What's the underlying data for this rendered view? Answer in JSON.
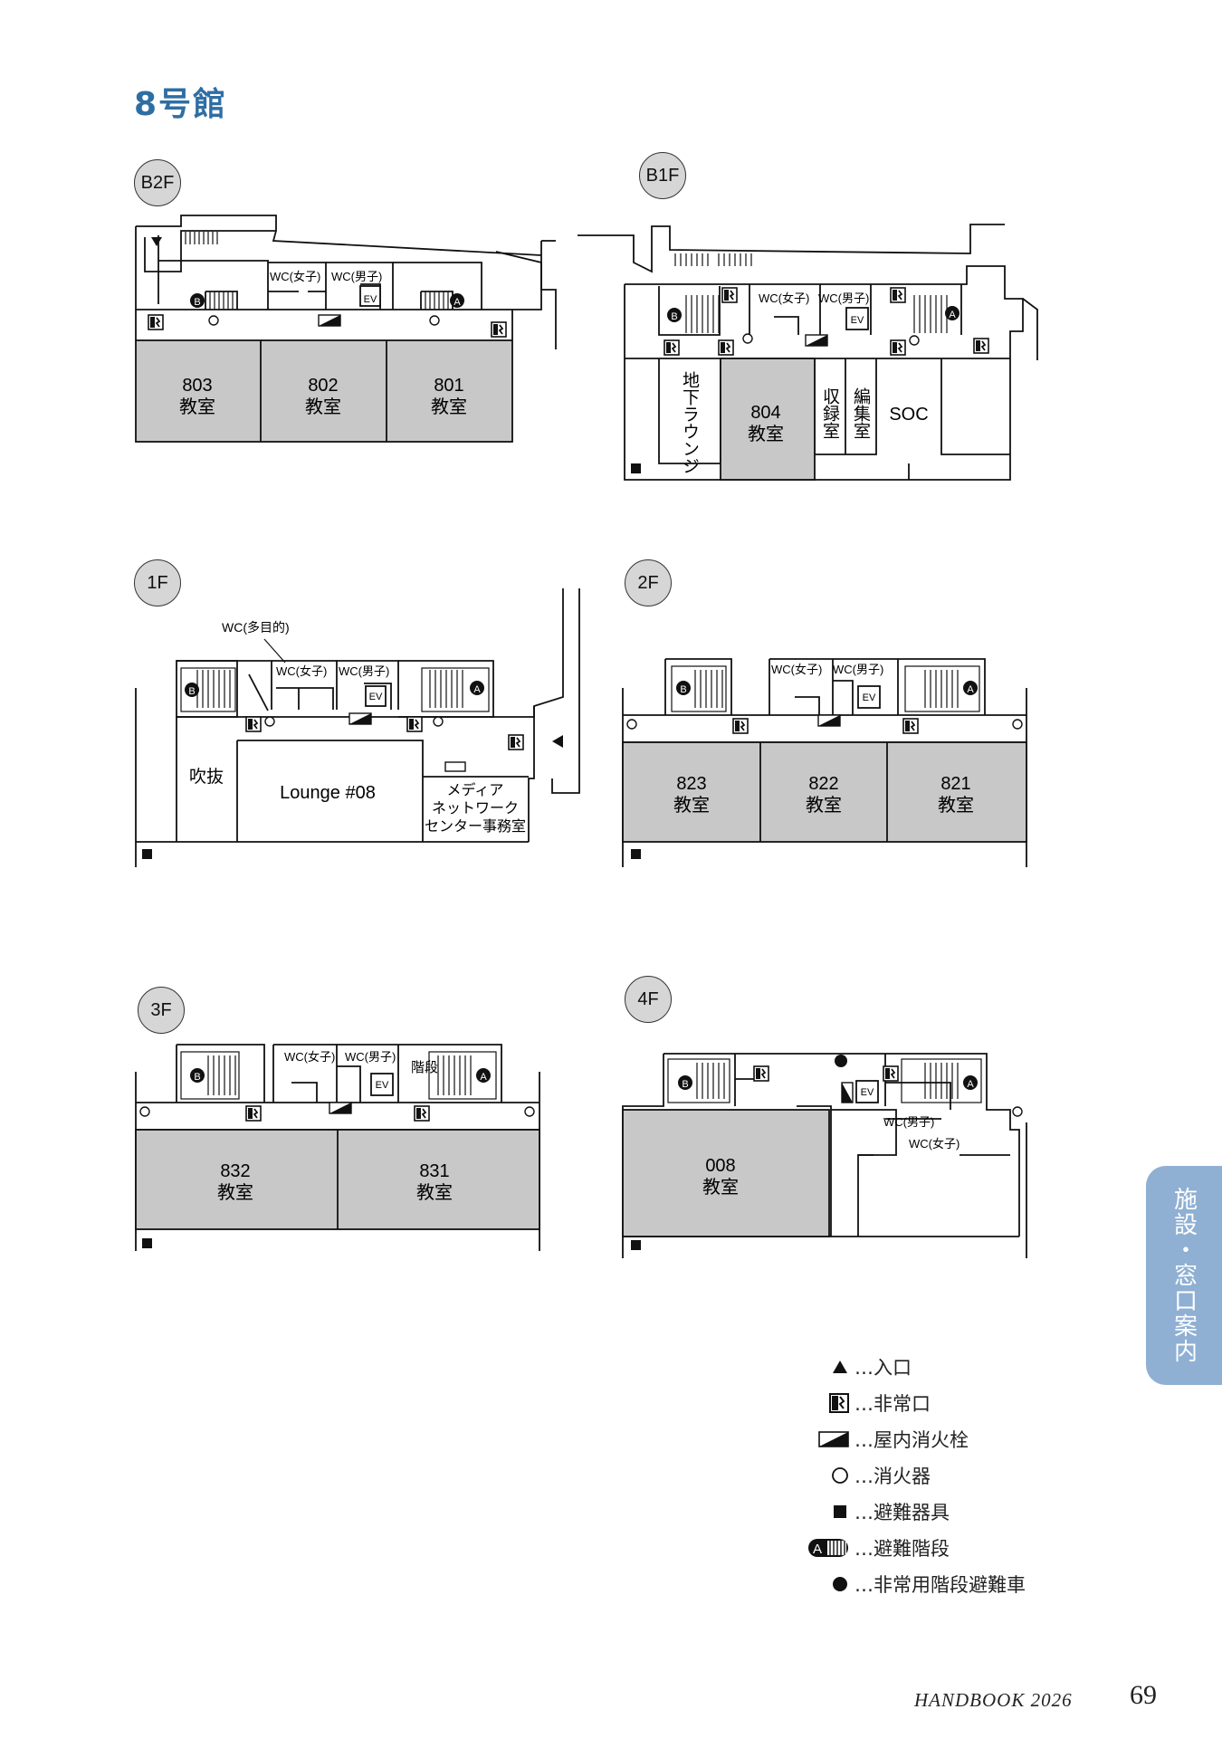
{
  "page": {
    "title": "8号館",
    "side_tab": "施設・窓口案内",
    "footer_handbook": "HANDBOOK 2026",
    "page_number": "69"
  },
  "floors": {
    "b2f": {
      "label": "B2F",
      "rooms": [
        "803",
        "802",
        "801"
      ],
      "room_type": "教室",
      "wc_f": "WC(女子)",
      "wc_m": "WC(男子)",
      "ev": "EV"
    },
    "b1f": {
      "label": "B1F",
      "lounge": "地下ラウンジ",
      "room_804": "804",
      "room_type": "教室",
      "recording": "収録室",
      "editing": "編集室",
      "soc": "SOC",
      "wc_f": "WC(女子)",
      "wc_m": "WC(男子)",
      "ev": "EV"
    },
    "f1": {
      "label": "1F",
      "wc_multi": "WC(多目的)",
      "wc_f": "WC(女子)",
      "wc_m": "WC(男子)",
      "ev": "EV",
      "atrium": "吹抜",
      "lounge": "Lounge #08",
      "media_office": [
        "メディア",
        "ネットワーク",
        "センター事務室"
      ]
    },
    "f2": {
      "label": "2F",
      "rooms": [
        "823",
        "822",
        "821"
      ],
      "room_type": "教室",
      "wc_f": "WC(女子)",
      "wc_m": "WC(男子)",
      "ev": "EV"
    },
    "f3": {
      "label": "3F",
      "rooms": [
        "832",
        "831"
      ],
      "room_type": "教室",
      "wc_f": "WC(女子)",
      "wc_m": "WC(男子)",
      "ev": "EV",
      "stairs": "階段"
    },
    "f4": {
      "label": "4F",
      "room_008": "008",
      "room_type": "教室",
      "wc_m": "WC(男子)",
      "wc_f": "WC(女子)",
      "ev": "EV"
    }
  },
  "markers": {
    "a": "A",
    "b": "B"
  },
  "legend": [
    {
      "icon": "entrance-triangle-icon",
      "text": "…入口"
    },
    {
      "icon": "emergency-exit-icon",
      "text": "…非常口"
    },
    {
      "icon": "fire-hydrant-icon",
      "text": "…屋内消火栓"
    },
    {
      "icon": "extinguisher-circle-icon",
      "text": "…消火器"
    },
    {
      "icon": "evacuation-equipment-square-icon",
      "text": "…避難器具"
    },
    {
      "icon": "evacuation-stairs-icon",
      "text": "…避難階段"
    },
    {
      "icon": "stair-evacuation-chair-dot-icon",
      "text": "…非常用階段避難車"
    }
  ],
  "colors": {
    "title": "#2f6ea3",
    "room_fill": "#c8c8c8",
    "badge_fill": "#d6d6d6",
    "side_tab": "#8fb0d3"
  }
}
